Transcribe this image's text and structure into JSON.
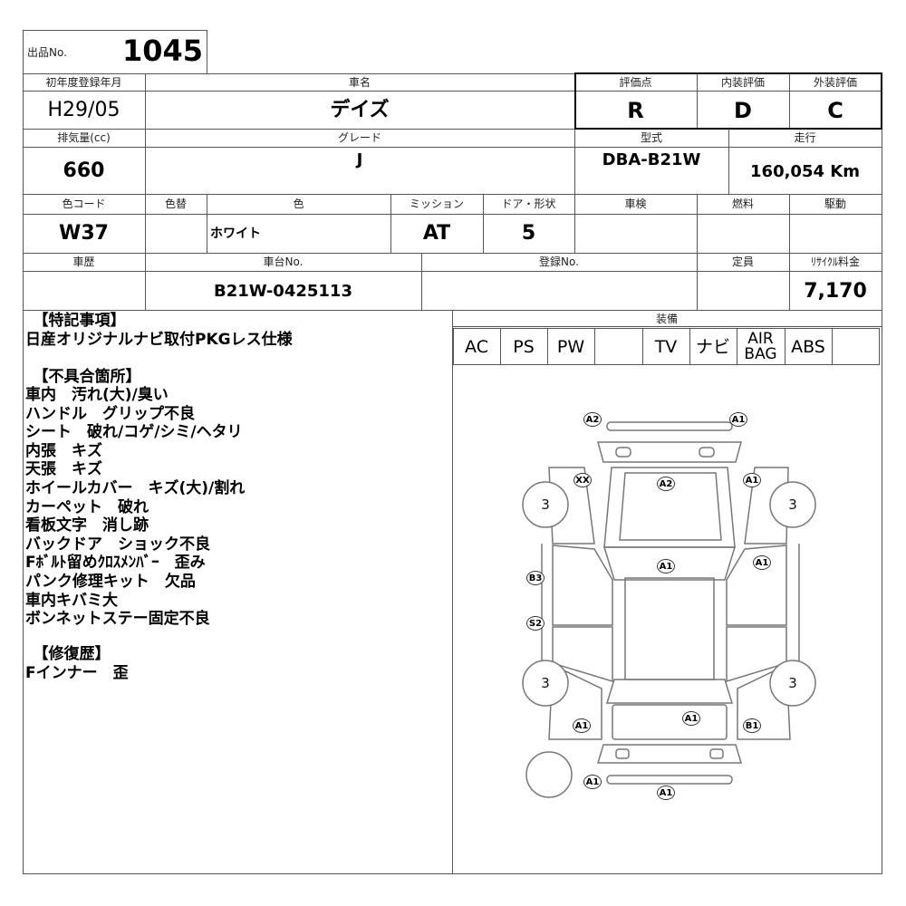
{
  "lot": {
    "label": "出品No.",
    "number": "1045"
  },
  "row1": {
    "reg_label": "初年度登録年月",
    "reg_value": "H29/05",
    "name_label": "車名",
    "name_value": "デイズ",
    "score_label": "評価点",
    "score_value": "R",
    "interior_label": "内装評価",
    "interior_value": "D",
    "exterior_label": "外装評価",
    "exterior_value": "C"
  },
  "row2": {
    "cc_label": "排気量(cc)",
    "cc_value": "660",
    "grade_label": "グレード",
    "grade_value": "J",
    "model_label": "型式",
    "model_value": "DBA-B21W",
    "mileage_label": "走行",
    "mileage_value": "160,054 Km"
  },
  "row3": {
    "color_code_label": "色コード",
    "color_code_value": "W37",
    "color_change_label": "色替",
    "color_label": "色",
    "color_value": "ホワイト",
    "mission_label": "ミッション",
    "mission_value": "AT",
    "door_label": "ドア・形状",
    "door_value": "5",
    "inspection_label": "車検",
    "fuel_label": "燃料",
    "drive_label": "駆動"
  },
  "row4": {
    "history_label": "車歴",
    "chassis_label": "車台No.",
    "chassis_value": "B21W-0425113",
    "registration_label": "登録No.",
    "capacity_label": "定員",
    "recycle_label": "ﾘｻｲｸﾙ料金",
    "recycle_value": "7,170"
  },
  "notes": {
    "special_heading": "　【特記事項】",
    "special_lines": "日産オリジナルナビ取付PKGレス仕様",
    "defects_heading": "　【不具合箇所】",
    "defects_lines": "車内　汚れ(大)/臭い\nハンドル　グリップ不良\nシート　破れ/コゲ/シミ/ヘタリ\n内張　キズ\n天張　キズ\nホイールカバー　キズ(大)/割れ\nカーペット　破れ\n看板文字　消し跡\nバックドア　ショック不良\nFﾎﾞﾙﾄ留めｸﾛｽﾒﾝﾊﾞｰ　歪み\nパンク修理キット　欠品\n車内キバミ大\nボンネットステー固定不良",
    "repair_heading": "　【修復歴】",
    "repair_lines": "Fインナー　歪"
  },
  "equipment": {
    "label": "装備",
    "items": [
      "AC",
      "PS",
      "PW",
      "",
      "TV",
      "ナビ",
      "AIR\nBAG",
      "ABS",
      ""
    ]
  },
  "diagram": {
    "tire_depth": [
      "3",
      "3",
      "3",
      "3"
    ],
    "marks": [
      "A2",
      "A1",
      "XX",
      "A2",
      "A1",
      "A1",
      "A1",
      "B3",
      "S2",
      "A1",
      "A1",
      "B1",
      "A1",
      "A1"
    ]
  }
}
